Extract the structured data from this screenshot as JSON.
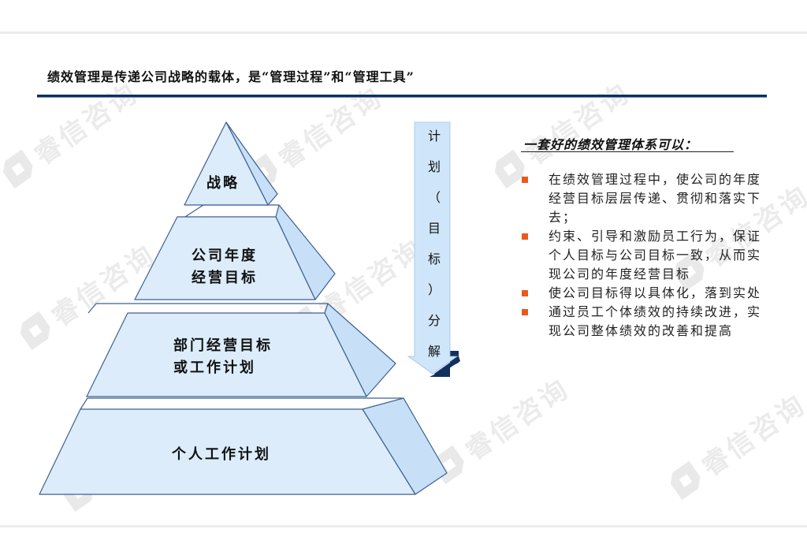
{
  "slide": {
    "title": "绩效管理是传递公司战略的载体，是“管理过程”和“管理工具”",
    "watermark_text": "睿信咨询"
  },
  "pyramid": {
    "tiers": [
      {
        "label": "战略"
      },
      {
        "label": "公司年度经营目标",
        "lines": [
          "公司年度",
          "经营目标"
        ]
      },
      {
        "label": "部门经营目标或工作计划",
        "lines": [
          "部门经营目标",
          "或工作计划"
        ]
      },
      {
        "label": "个人工作计划"
      }
    ],
    "colors": {
      "front": "#dcecfb",
      "side": "#c7e0f7",
      "stroke": "#3d5f8f"
    }
  },
  "arrow": {
    "label": "计划（目标）分解",
    "chars": [
      "计",
      "划",
      "（",
      "目",
      "标",
      "）",
      "分",
      "解"
    ],
    "colors": {
      "fill": "#cfe5f9",
      "shadow": "#12305e"
    }
  },
  "panel": {
    "heading": "一套好的绩效管理体系可以：",
    "bullet_color": "#e85a1b",
    "bullets": [
      "在绩效管理过程中，使公司的年度经营目标层层传递、贯彻和落实下去；",
      "约束、引导和激励员工行为，保证个人目标与公司目标一致，从而实现公司的年度经营目标",
      "使公司目标得以具体化，落到实处",
      "通过员工个体绩效的持续改进，实现公司整体绩效的改善和提高"
    ]
  },
  "accent": {
    "title_rule": "#0e2f5f"
  }
}
